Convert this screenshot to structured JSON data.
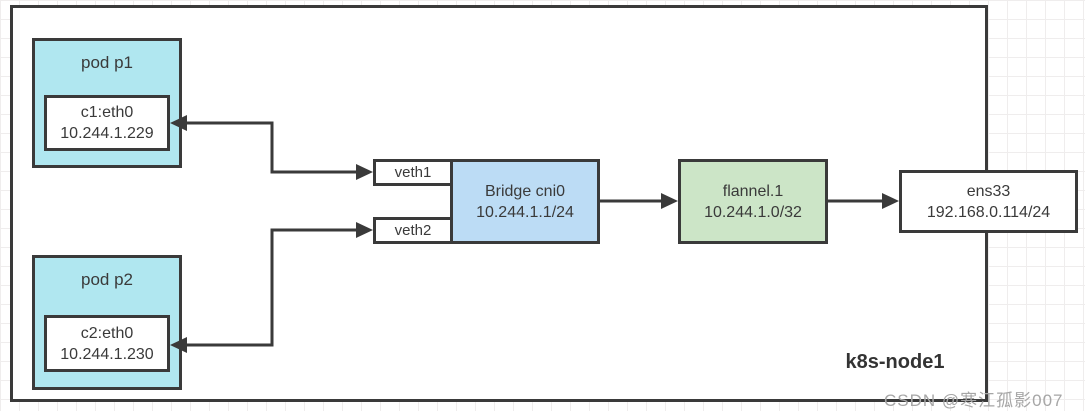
{
  "diagram": {
    "node_label": "k8s-node1",
    "watermark": "CSDN @寒江孤影007",
    "colors": {
      "pod-fill": "#b0e7f0",
      "bridge-fill": "#bcdcf5",
      "flannel-fill": "#cce5c7",
      "line": "#3a3a3a",
      "watermark-color": "#a6a6a6"
    },
    "nodes": {
      "pod1": {
        "title": "pod p1",
        "iface": "c1:eth0",
        "ip": "10.244.1.229"
      },
      "pod2": {
        "title": "pod p2",
        "iface": "c2:eth0",
        "ip": "10.244.1.230"
      },
      "veth1": {
        "label": "veth1"
      },
      "veth2": {
        "label": "veth2"
      },
      "bridge": {
        "label": "Bridge cni0",
        "ip": "10.244.1.1/24"
      },
      "flannel": {
        "label": "flannel.1",
        "ip": "10.244.1.0/32"
      },
      "ens33": {
        "label": "ens33",
        "ip": "192.168.0.114/24"
      }
    }
  }
}
